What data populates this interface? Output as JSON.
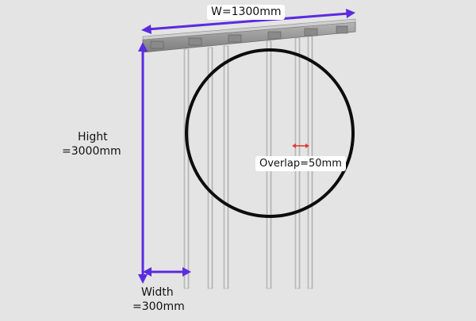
{
  "dimensions": {
    "width_total": "W=1300mm",
    "height_line1": "Hight",
    "height_line2": "=3000mm",
    "strip_width_line1": "Width",
    "strip_width_line2": "=300mm",
    "overlap": "Overlap=50mm"
  },
  "colors": {
    "background": "#e4e4e4",
    "dimension_arrow": "#5b2be0",
    "overlap_arrow": "#e53935",
    "circle": "#0d0d0d",
    "rail": "#9a9a9a",
    "strip": "#c8c8c8"
  }
}
